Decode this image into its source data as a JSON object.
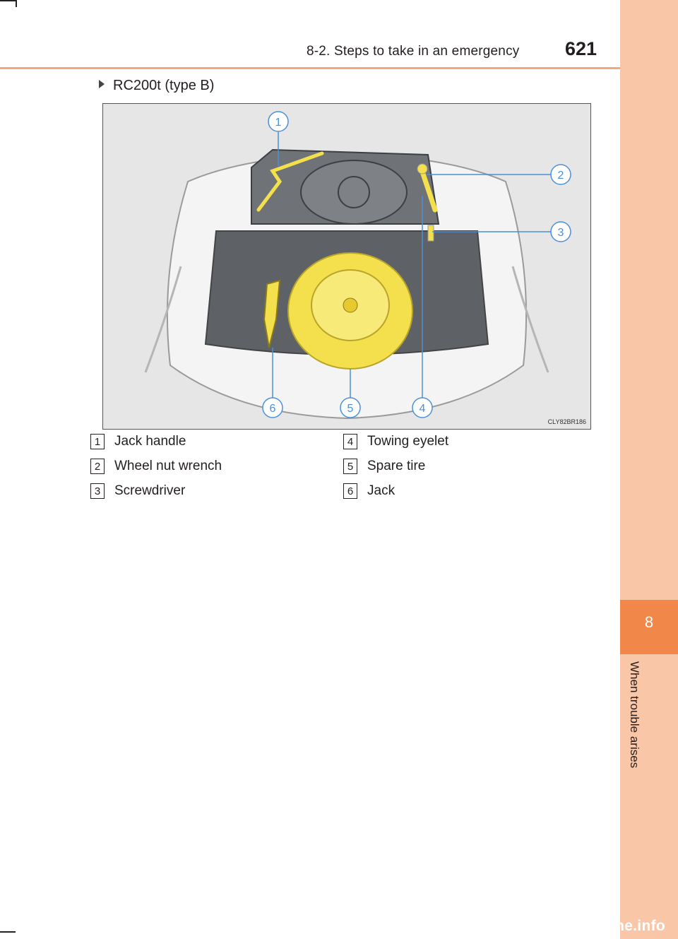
{
  "header": {
    "section_title": "8-2. Steps to take in an emergency",
    "page_number": "621"
  },
  "side_tab": {
    "chapter_number": "8",
    "chapter_label": "When trouble arises"
  },
  "section_heading": "RC200t (type B)",
  "figure": {
    "code": "CLY82BR186",
    "callout_numbers": [
      "1",
      "2",
      "3",
      "4",
      "5",
      "6"
    ]
  },
  "legend": [
    {
      "number": "1",
      "label": "Jack handle"
    },
    {
      "number": "2",
      "label": "Wheel nut wrench"
    },
    {
      "number": "3",
      "label": "Screwdriver"
    },
    {
      "number": "4",
      "label": "Towing eyelet"
    },
    {
      "number": "5",
      "label": "Spare tire"
    },
    {
      "number": "6",
      "label": "Jack"
    }
  ],
  "watermark": "carmanualsonline.info",
  "colors": {
    "accent_orange": "#f2874a",
    "tab_light": "#f9c6a7",
    "tool_yellow": "#f4e04d",
    "callout_blue": "#4a90d9"
  }
}
